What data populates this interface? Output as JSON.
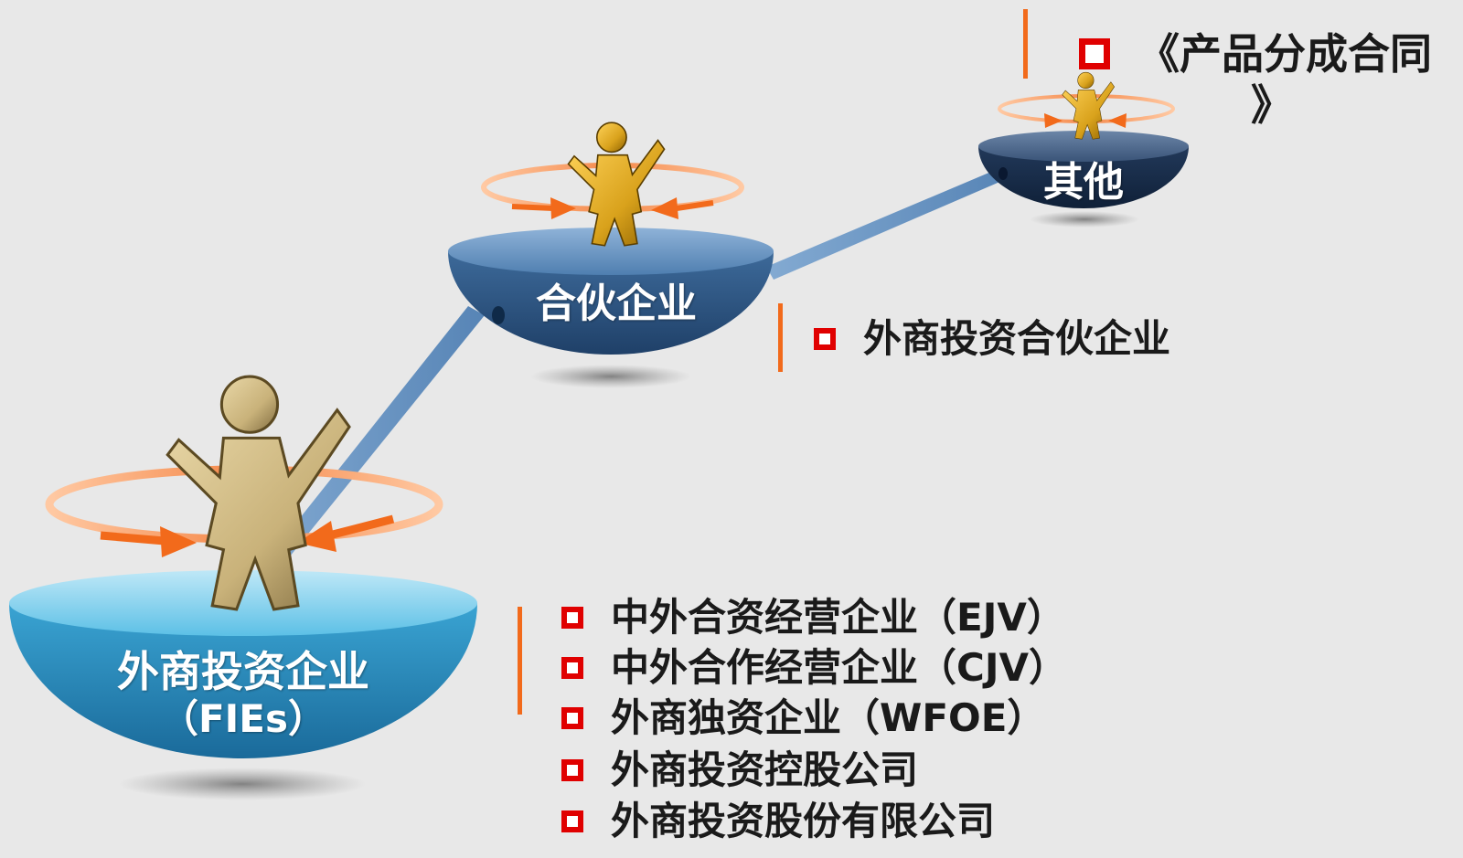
{
  "tiers": [
    {
      "label_line1": "外商投资企业",
      "label_line2": "（FIEs）"
    },
    {
      "label_line1": "合伙企业"
    },
    {
      "label_line1": "其他"
    }
  ],
  "lists": {
    "fies": [
      "中外合资经营企业（EJV）",
      "中外合作经营企业（CJV）",
      "外商独资企业（WFOE）",
      "外商投资控股公司",
      "外商投资股份有限公司"
    ],
    "partnership": [
      "外商投资合伙企业"
    ],
    "other": {
      "line1": "《产品分成合同",
      "line2": "》"
    }
  },
  "colors": {
    "accent_bar": "#f26a1b",
    "bullet_border": "#e00000",
    "figure_gold": "#d9a21c",
    "figure_tan": "#c9b27a",
    "arrow_orange": "#f26a1b",
    "bowl_light": "#3fa9d6",
    "bowl_dark": "#1e3f66"
  }
}
